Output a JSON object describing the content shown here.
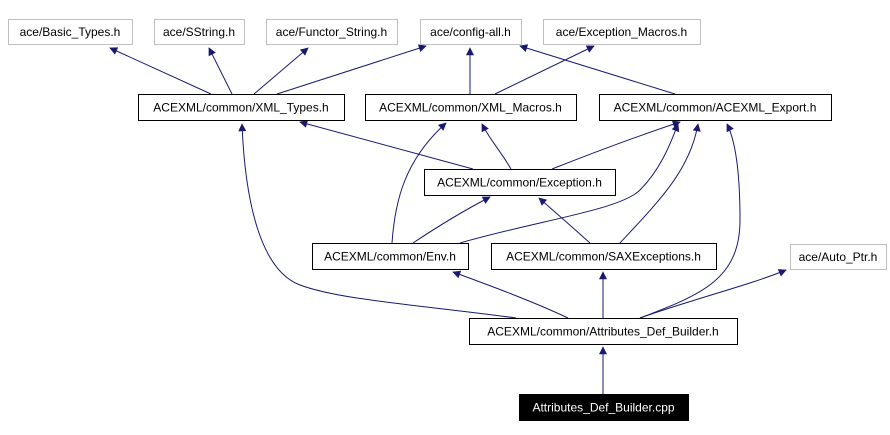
{
  "diagram": {
    "type": "include-dependency-graph",
    "colors": {
      "edge": "#191970",
      "external_border": "#bfbfbf",
      "internal_border": "#000000",
      "root_fill": "#000000",
      "root_text": "#ffffff",
      "text": "#000000"
    },
    "nodes": [
      {
        "id": "basic_types",
        "label": "ace/Basic_Types.h",
        "kind": "external"
      },
      {
        "id": "sstring",
        "label": "ace/SString.h",
        "kind": "external"
      },
      {
        "id": "functor_string",
        "label": "ace/Functor_String.h",
        "kind": "external"
      },
      {
        "id": "config_all",
        "label": "ace/config-all.h",
        "kind": "external"
      },
      {
        "id": "exception_macros",
        "label": "ace/Exception_Macros.h",
        "kind": "external"
      },
      {
        "id": "xml_types",
        "label": "ACEXML/common/XML_Types.h",
        "kind": "internal"
      },
      {
        "id": "xml_macros",
        "label": "ACEXML/common/XML_Macros.h",
        "kind": "internal"
      },
      {
        "id": "acexml_export",
        "label": "ACEXML/common/ACEXML_Export.h",
        "kind": "internal"
      },
      {
        "id": "exception",
        "label": "ACEXML/common/Exception.h",
        "kind": "internal"
      },
      {
        "id": "env",
        "label": "ACEXML/common/Env.h",
        "kind": "internal"
      },
      {
        "id": "saxexceptions",
        "label": "ACEXML/common/SAXExceptions.h",
        "kind": "internal"
      },
      {
        "id": "auto_ptr",
        "label": "ace/Auto_Ptr.h",
        "kind": "external"
      },
      {
        "id": "attributes_def_builder_h",
        "label": "ACEXML/common/Attributes_Def_Builder.h",
        "kind": "internal"
      },
      {
        "id": "attributes_def_builder_cpp",
        "label": "Attributes_Def_Builder.cpp",
        "kind": "root"
      }
    ],
    "edges": [
      {
        "from": "xml_types",
        "to": "basic_types"
      },
      {
        "from": "xml_types",
        "to": "sstring"
      },
      {
        "from": "xml_types",
        "to": "functor_string"
      },
      {
        "from": "xml_types",
        "to": "config_all"
      },
      {
        "from": "xml_macros",
        "to": "config_all"
      },
      {
        "from": "xml_macros",
        "to": "exception_macros"
      },
      {
        "from": "acexml_export",
        "to": "config_all"
      },
      {
        "from": "exception",
        "to": "xml_types"
      },
      {
        "from": "exception",
        "to": "xml_macros"
      },
      {
        "from": "exception",
        "to": "acexml_export"
      },
      {
        "from": "env",
        "to": "xml_macros"
      },
      {
        "from": "env",
        "to": "exception"
      },
      {
        "from": "env",
        "to": "acexml_export"
      },
      {
        "from": "saxexceptions",
        "to": "exception"
      },
      {
        "from": "saxexceptions",
        "to": "acexml_export"
      },
      {
        "from": "attributes_def_builder_h",
        "to": "xml_types"
      },
      {
        "from": "attributes_def_builder_h",
        "to": "env"
      },
      {
        "from": "attributes_def_builder_h",
        "to": "saxexceptions"
      },
      {
        "from": "attributes_def_builder_h",
        "to": "acexml_export"
      },
      {
        "from": "attributes_def_builder_h",
        "to": "auto_ptr"
      },
      {
        "from": "attributes_def_builder_cpp",
        "to": "attributes_def_builder_h"
      }
    ]
  }
}
